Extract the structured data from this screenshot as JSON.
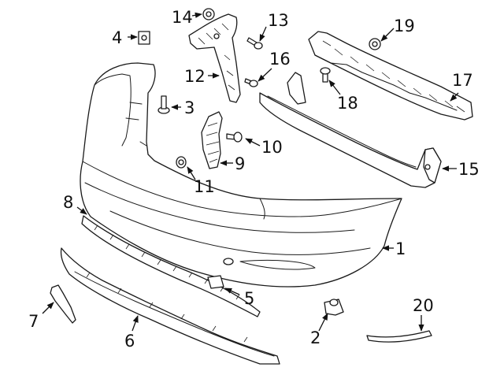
{
  "diagram": {
    "callouts": [
      {
        "id": "c1",
        "number": "1"
      },
      {
        "id": "c2",
        "number": "2"
      },
      {
        "id": "c3",
        "number": "3"
      },
      {
        "id": "c4",
        "number": "4"
      },
      {
        "id": "c5",
        "number": "5"
      },
      {
        "id": "c6",
        "number": "6"
      },
      {
        "id": "c7",
        "number": "7"
      },
      {
        "id": "c8",
        "number": "8"
      },
      {
        "id": "c9",
        "number": "9"
      },
      {
        "id": "c10",
        "number": "10"
      },
      {
        "id": "c11",
        "number": "11"
      },
      {
        "id": "c12",
        "number": "12"
      },
      {
        "id": "c13",
        "number": "13"
      },
      {
        "id": "c14",
        "number": "14"
      },
      {
        "id": "c15",
        "number": "15"
      },
      {
        "id": "c16",
        "number": "16"
      },
      {
        "id": "c17",
        "number": "17"
      },
      {
        "id": "c18",
        "number": "18"
      },
      {
        "id": "c19",
        "number": "19"
      },
      {
        "id": "c20",
        "number": "20"
      }
    ],
    "colors": {
      "line": "#1a1a1a",
      "background": "#ffffff"
    }
  }
}
